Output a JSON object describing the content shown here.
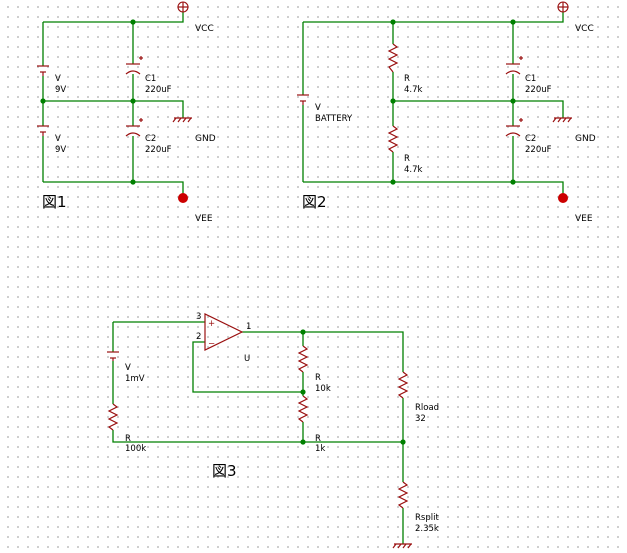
{
  "fig1": {
    "caption": "図1",
    "v1": {
      "name": "V",
      "value": "9V"
    },
    "v2": {
      "name": "V",
      "value": "9V"
    },
    "c1": {
      "name": "C1",
      "value": "220uF"
    },
    "c2": {
      "name": "C2",
      "value": "220uF"
    },
    "vcc": "VCC",
    "gnd": "GND",
    "vee": "VEE"
  },
  "fig2": {
    "caption": "図2",
    "battery": {
      "name": "V",
      "value": "BATTERY"
    },
    "r1": {
      "name": "R",
      "value": "4.7k"
    },
    "r2": {
      "name": "R",
      "value": "4.7k"
    },
    "c1": {
      "name": "C1",
      "value": "220uF"
    },
    "c2": {
      "name": "C2",
      "value": "220uF"
    },
    "vcc": "VCC",
    "gnd": "GND",
    "vee": "VEE"
  },
  "fig3": {
    "caption": "図3",
    "src": {
      "name": "V",
      "value": "1mV"
    },
    "rin": {
      "name": "R",
      "value": "100k"
    },
    "rf": {
      "name": "R",
      "value": "10k"
    },
    "rg": {
      "name": "R",
      "value": "1k"
    },
    "rload": {
      "name": "Rload",
      "value": "32"
    },
    "rsplit": {
      "name": "Rsplit",
      "value": "2.35k"
    },
    "opamp": {
      "name": "U",
      "pin_plus": "3",
      "pin_minus": "2",
      "pin_out": "1",
      "plus_sign": "+",
      "minus_sign": "−"
    }
  },
  "colors": {
    "wire": "#008000",
    "part": "#9a1010",
    "vee_dot": "#cc0000"
  }
}
